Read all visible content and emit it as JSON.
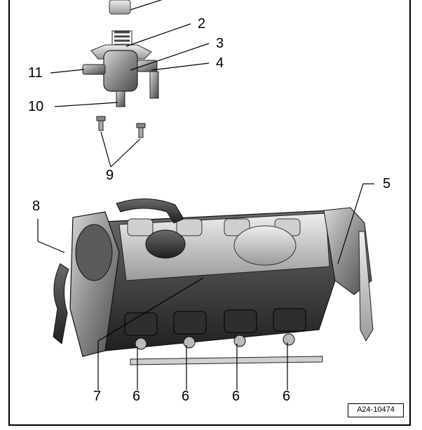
{
  "figure": {
    "reference_code": "A24-10474",
    "callouts": {
      "c2": "2",
      "c3": "3",
      "c4": "4",
      "c5": "5",
      "c6a": "6",
      "c6b": "6",
      "c6c": "6",
      "c6d": "6",
      "c7": "7",
      "c8": "8",
      "c9": "9",
      "c10": "10",
      "c11": "11"
    }
  }
}
